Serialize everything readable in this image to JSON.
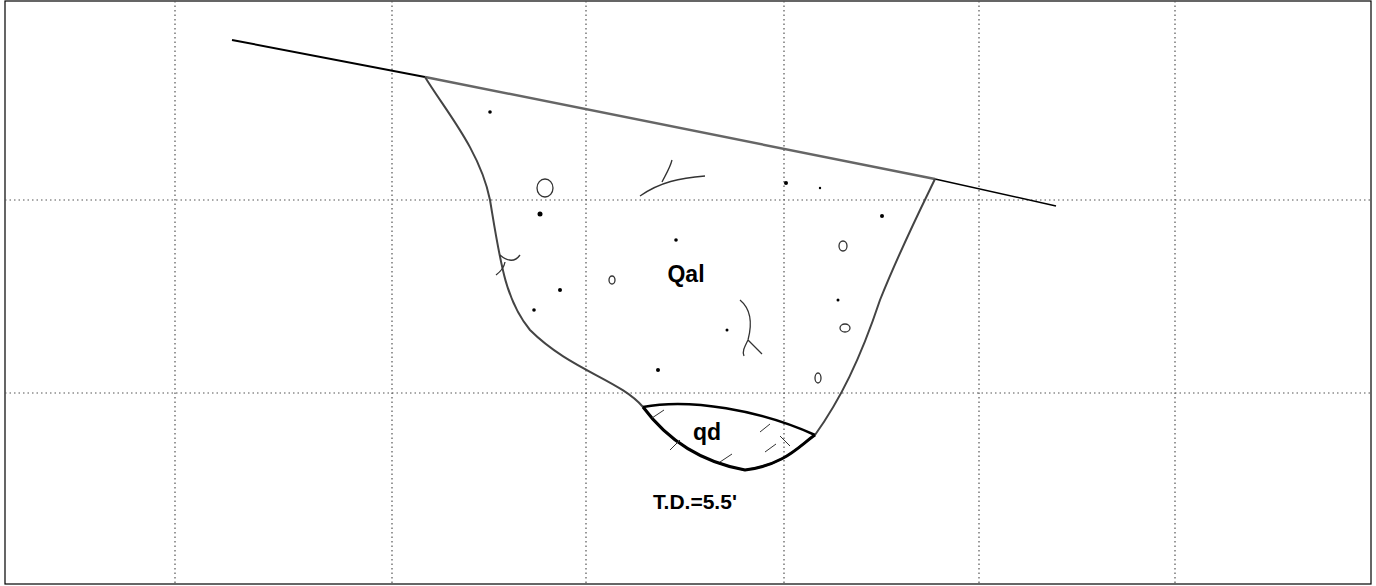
{
  "diagram": {
    "nodes": [
      {
        "text": [
          "Qal"
        ]
      },
      {
        "text": [
          "qd"
        ]
      }
    ],
    "labels": [
      "T.D.=5.5'"
    ]
  }
}
